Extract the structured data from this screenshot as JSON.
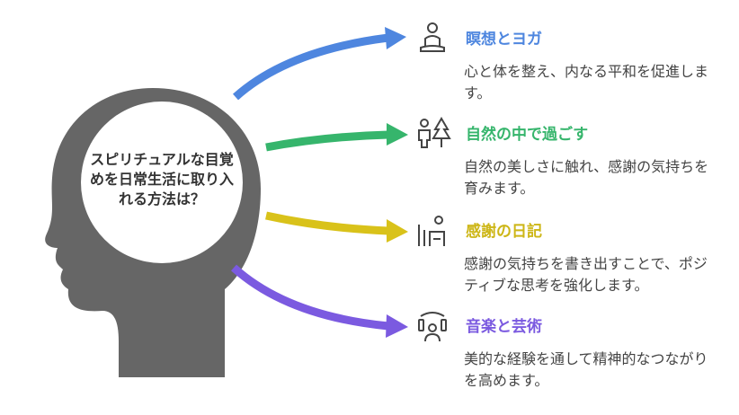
{
  "center": {
    "title": "スピリチュアルな目覚めを日常生活に取り入れる方法は？"
  },
  "colors": {
    "head": "#666666",
    "blue": "#4e86df",
    "green": "#36b56c",
    "yellow": "#d9c21a",
    "purple": "#7b5ae0",
    "icon": "#444444"
  },
  "items": [
    {
      "title": "瞑想とヨガ",
      "description": "心と体を整え、内なる平和を促進します。",
      "icon": "meditation-person-icon",
      "color": "#4e86df"
    },
    {
      "title": "自然の中で過ごす",
      "description": "自然の美しさに触れ、感謝の気持ちを育みます。",
      "icon": "person-tree-icon",
      "color": "#36b56c"
    },
    {
      "title": "感謝の日記",
      "description": "感謝の気持ちを書き出すことで、ポジティブな思考を強化します。",
      "icon": "journal-writing-icon",
      "color": "#cdb616"
    },
    {
      "title": "音楽と芸術",
      "description": "美的な経験を通して精神的なつながりを高めます。",
      "icon": "music-art-icon",
      "color": "#7b5ae0"
    }
  ]
}
